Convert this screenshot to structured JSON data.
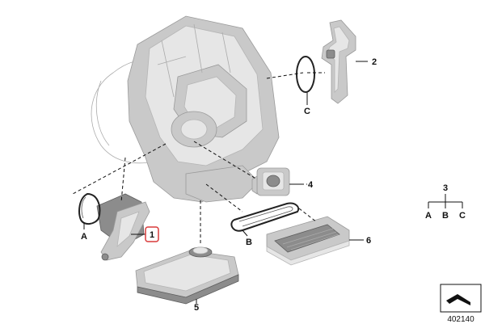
{
  "callouts": {
    "p1": "1",
    "p2": "2",
    "p3": "3",
    "p4": "4",
    "p5": "5",
    "p6": "6",
    "a": "A",
    "b": "B",
    "c": "C"
  },
  "legend": {
    "root": "3",
    "items": [
      "A",
      "B",
      "C"
    ]
  },
  "doc_number": "402140",
  "colors": {
    "highlight_box": "#d93a3a",
    "part_fill": "#c9c9c9",
    "line": "#111111"
  }
}
